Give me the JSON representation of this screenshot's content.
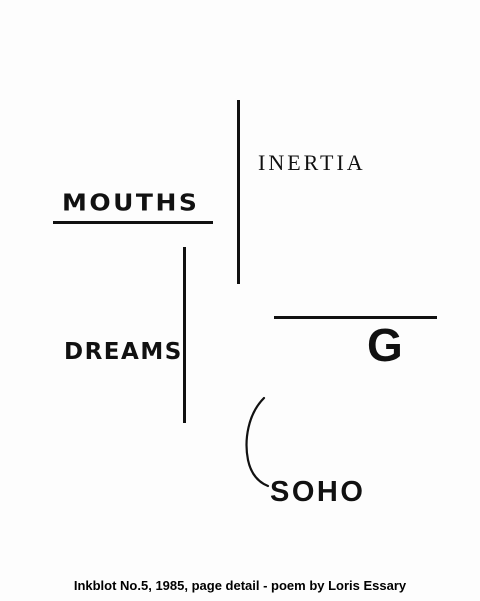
{
  "poem": {
    "words": {
      "inertia": "INERTIA",
      "mouths": "MOUTHS",
      "dreams": "DREAMS",
      "g": "G",
      "soho": "SOHO"
    }
  },
  "caption": "Inkblot No.5, 1985, page detail - poem by Loris Essary"
}
